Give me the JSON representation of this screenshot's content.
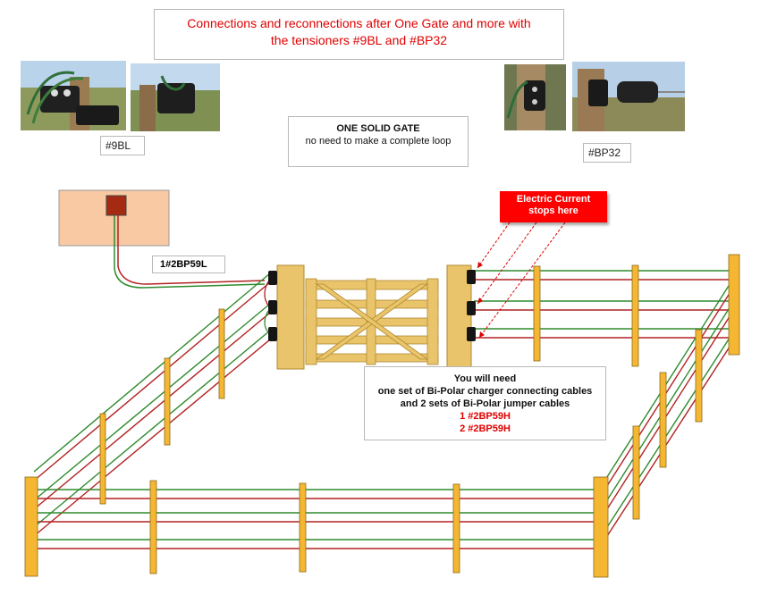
{
  "title": {
    "line1": "Connections and reconnections after One  Gate and more with",
    "line2": "the tensioners #9BL and #BP32"
  },
  "photos": {
    "left_caption": "#9BL",
    "right_caption": "#BP32"
  },
  "gate_note": {
    "title": "ONE SOLID GATE",
    "subtitle": "no need to make a complete loop"
  },
  "current_note": {
    "line1": "Electric Current",
    "line2": "stops here"
  },
  "charger_cable_label": "1#2BP59L",
  "requirements": {
    "line1": "You will need",
    "line2": "one set of  Bi-Polar charger connecting cables",
    "line3": "and 2 sets of  Bi-Polar jumper cables",
    "item1": "1  #2BP59H",
    "item2": "2 #2BP59H"
  },
  "colors": {
    "title_text": "#e00000",
    "alert_bg": "#ff0000",
    "post": "#f5b731",
    "gate_wood": "#e9c46a",
    "charger_panel": "#f8c9a2",
    "charger_unit": "#a52a12",
    "wire_green": "#2e8b2e",
    "wire_red": "#b22222"
  }
}
